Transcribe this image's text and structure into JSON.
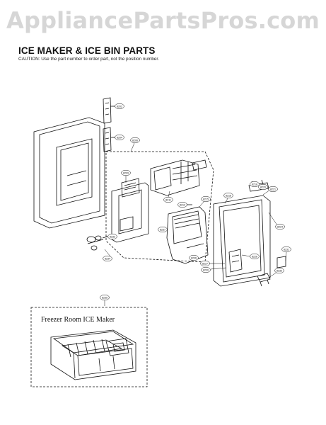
{
  "watermark": "AppliancePartsPros.com",
  "header": {
    "title": "ICE MAKER & ICE BIN PARTS",
    "caution": "CAUTION: Use the part number to order part, not the position number."
  },
  "inset": {
    "title": "Freezer Room ICE Maker"
  },
  "callouts": [
    {
      "id": "c1",
      "text": "8202"
    },
    {
      "id": "c2",
      "text": "8204"
    },
    {
      "id": "c3",
      "text": "8206"
    },
    {
      "id": "c4",
      "text": "8209"
    },
    {
      "id": "c5",
      "text": "8211"
    },
    {
      "id": "c6",
      "text": "8212"
    },
    {
      "id": "c7",
      "text": "8215"
    },
    {
      "id": "c8",
      "text": "8216"
    },
    {
      "id": "c9",
      "text": "8218"
    },
    {
      "id": "c10",
      "text": "8220"
    },
    {
      "id": "c11",
      "text": "8221"
    },
    {
      "id": "c12",
      "text": "8224"
    },
    {
      "id": "c13",
      "text": "8226"
    },
    {
      "id": "c14",
      "text": "8227"
    },
    {
      "id": "c15",
      "text": "8230"
    },
    {
      "id": "c16",
      "text": "8231"
    },
    {
      "id": "c17",
      "text": "8232"
    },
    {
      "id": "c18",
      "text": "8233"
    },
    {
      "id": "c19",
      "text": "8234"
    },
    {
      "id": "c20",
      "text": "8235"
    },
    {
      "id": "c21",
      "text": "8236"
    },
    {
      "id": "c22",
      "text": "8237"
    }
  ]
}
